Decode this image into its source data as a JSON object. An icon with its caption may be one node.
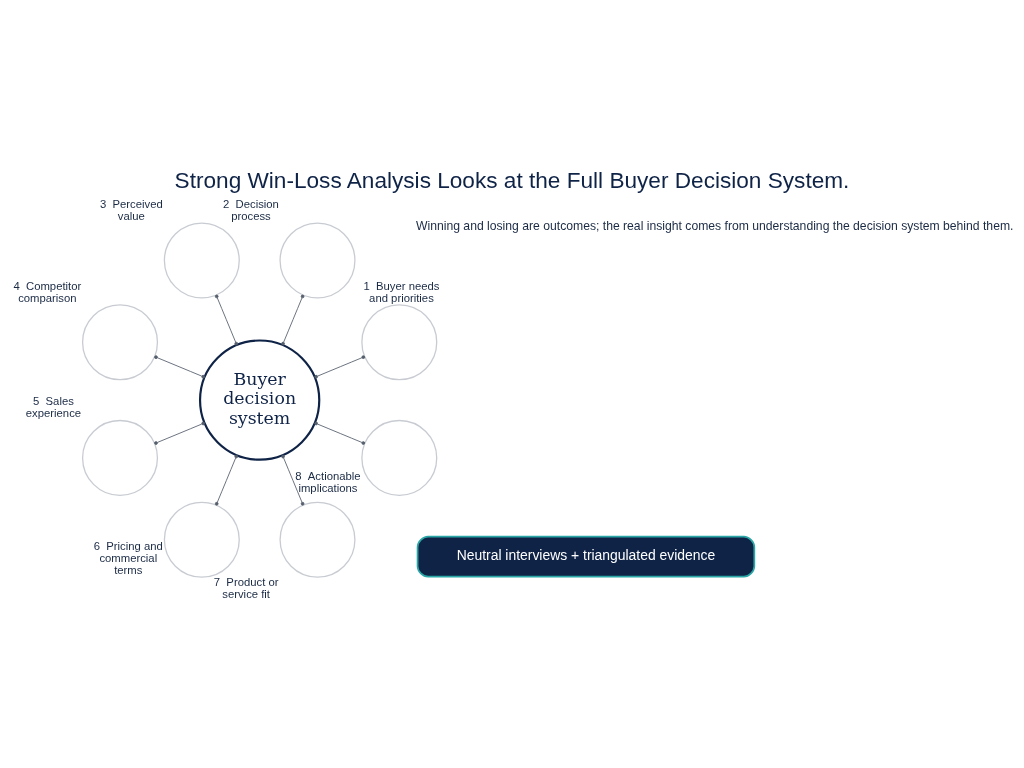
{
  "diagram": {
    "title": "Strong Win-Loss Analysis Looks at the Full Buyer Decision System.",
    "caption": "Winning and losing are outcomes; the real insight comes from understanding the decision system behind them.",
    "nodes": [
      {
        "text": [
          "Buyer decision system"
        ]
      },
      {
        "text": [],
        "shape": "circle",
        "beside": [
          "1",
          "Buyer needs and priorities"
        ]
      },
      {
        "text": [],
        "shape": "circle",
        "beside": [
          "2",
          "Decision process"
        ]
      },
      {
        "text": [],
        "shape": "circle",
        "beside": [
          "3",
          "Perceived value"
        ]
      },
      {
        "text": [],
        "shape": "circle",
        "beside": [
          "4",
          "Competitor comparison"
        ]
      },
      {
        "text": [],
        "shape": "circle",
        "beside": [
          "5",
          "Sales experience"
        ]
      },
      {
        "text": [],
        "shape": "circle",
        "beside": [
          "6",
          "Pricing and commercial terms"
        ]
      },
      {
        "text": [],
        "shape": "circle",
        "beside": [
          "7",
          "Product or service fit"
        ]
      },
      {
        "text": [],
        "shape": "circle",
        "beside": [
          "8",
          "Actionable implications"
        ]
      },
      {
        "text": [
          "Neutral interviews + triangulated evidence"
        ]
      }
    ],
    "edges": [
      {
        "from": 0,
        "to": 1,
        "arrow": "other"
      },
      {
        "from": 0,
        "to": 2,
        "arrow": "other"
      },
      {
        "from": 0,
        "to": 3,
        "arrow": "other"
      },
      {
        "from": 0,
        "to": 4,
        "arrow": "other"
      },
      {
        "from": 0,
        "to": 5,
        "arrow": "other"
      },
      {
        "from": 0,
        "to": 6,
        "arrow": "other"
      },
      {
        "from": 0,
        "to": 7,
        "arrow": "other"
      },
      {
        "from": 0,
        "to": 8,
        "arrow": "other"
      }
    ]
  }
}
